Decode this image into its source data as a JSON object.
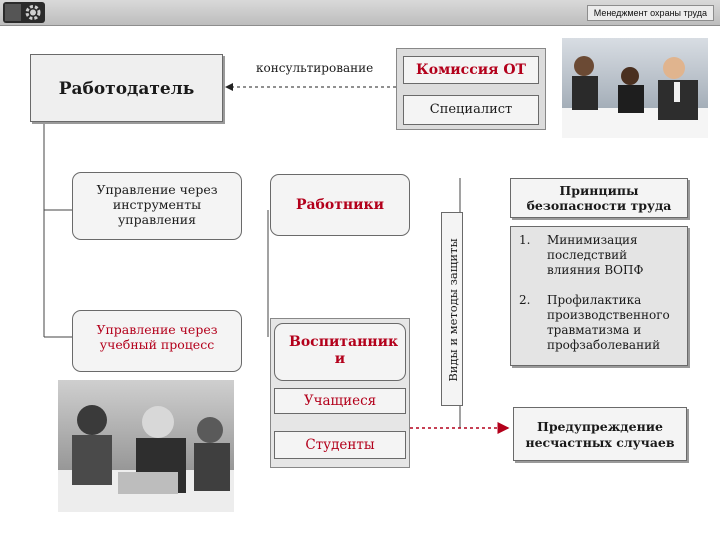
{
  "header": {
    "title": "Менеджмент охраны труда",
    "logo_icon": "gear-icon"
  },
  "nodes": {
    "employer": "Работодатель",
    "consulting": "консультирование",
    "commission": "Комиссия ОТ",
    "specialist": "Специалист",
    "management_tools": "Управление через инструменты управления",
    "management_training": "Управление через учебный процесс",
    "workers": "Работники",
    "pupils": "Воспитанник и",
    "schoolchildren": "Учащиеся",
    "students": "Студенты",
    "vertical_label": "Виды и методы защиты",
    "principles_title": "Принципы безопасности труда",
    "principles": [
      {
        "num": "1.",
        "text": "Минимизация последствий влияния ВОПФ"
      },
      {
        "num": "2.",
        "text": "Профилактика производственного травматизма и профзаболеваний"
      }
    ],
    "prevention": "Предупреждение несчастных случаев"
  },
  "colors": {
    "accent_red": "#b3001b",
    "box_fill": "#f4f4f4",
    "border": "#6a6a6a"
  }
}
